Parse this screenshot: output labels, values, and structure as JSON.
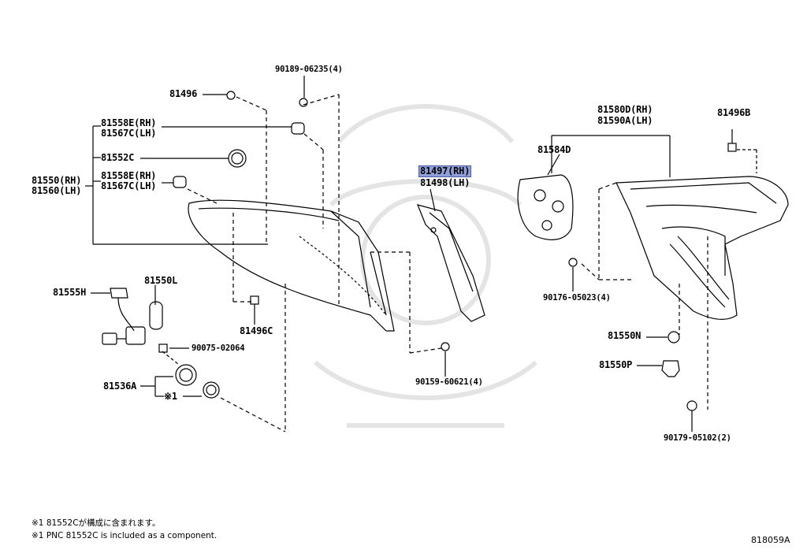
{
  "labels": {
    "p90189": "90189-06235(4)",
    "p81496": "81496",
    "p81558e_rh_1": "81558E(RH)",
    "p81567c_lh_1": "81567C(LH)",
    "p81552c": "81552C",
    "p81550_rh": "81550(RH)",
    "p81560_lh": "81560(LH)",
    "p81558e_rh_2": "81558E(RH)",
    "p81567c_lh_2": "81567C(LH)",
    "p81555h": "81555H",
    "p81550l": "81550L",
    "p81496c": "81496C",
    "p90075": "90075-02064",
    "p81536a": "81536A",
    "ref1": "※1",
    "p81497_rh": "81497(RH)",
    "p81498_lh": "81498(LH)",
    "p90159": "90159-60621(4)",
    "p81580d_rh": "81580D(RH)",
    "p81590a_lh": "81590A(LH)",
    "p81496b": "81496B",
    "p81584d": "81584D",
    "p90176": "90176-05023(4)",
    "p81550n": "81550N",
    "p81550p": "81550P",
    "p90179": "90179-05102(2)"
  },
  "notes": {
    "jp": "※1 81552Cが構成に含まれます。",
    "en": "※1 PNC 81552C is included as a component."
  },
  "diagram_id": "818059A",
  "highlight_color": "#8fa0d8"
}
